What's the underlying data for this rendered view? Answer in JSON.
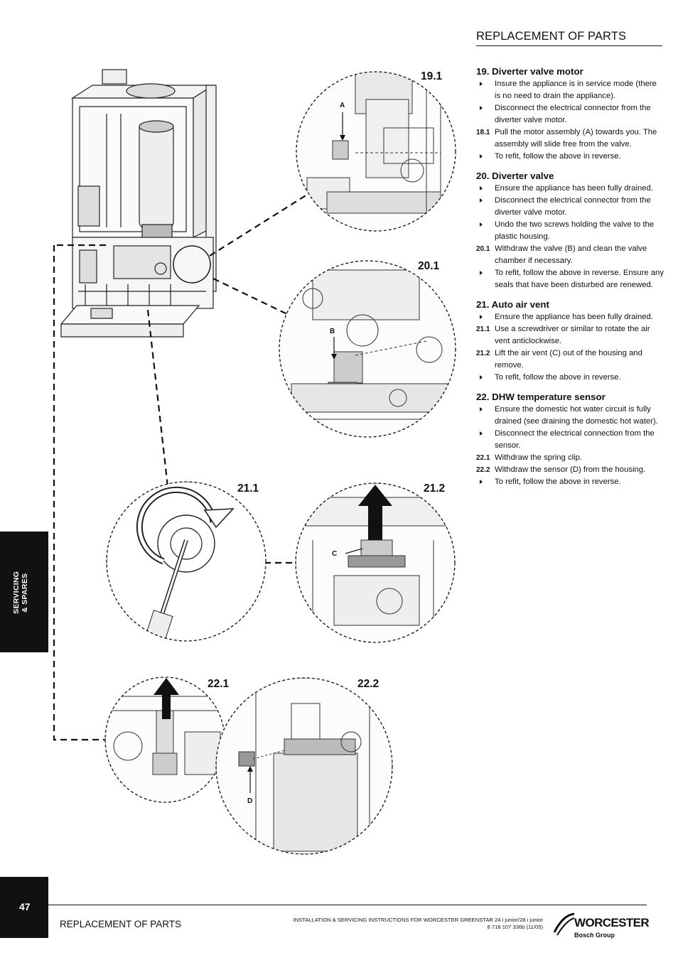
{
  "header": {
    "title": "REPLACEMENT OF PARTS"
  },
  "sections": [
    {
      "title": "19. Diverter valve motor",
      "items": [
        {
          "marker": "",
          "text": "Insure the appliance is in service mode (there is no need to drain the appliance)."
        },
        {
          "marker": "",
          "text": "Disconnect the electrical connector from the diverter valve motor."
        },
        {
          "marker": "18.1",
          "text": "Pull the motor assembly (A) towards you. The assembly will slide free from the valve."
        },
        {
          "marker": "",
          "text": "To refit, follow the above in reverse."
        }
      ]
    },
    {
      "title": "20. Diverter valve",
      "items": [
        {
          "marker": "",
          "text": "Ensure the appliance has been fully drained."
        },
        {
          "marker": "",
          "text": "Disconnect the electrical connector from the diverter valve motor."
        },
        {
          "marker": "",
          "text": "Undo the two screws holding the valve to the plastic housing."
        },
        {
          "marker": "20.1",
          "text": "Withdraw the valve (B) and clean the valve chamber if necessary."
        },
        {
          "marker": "",
          "text": "To refit, follow the above in reverse. Ensure any seals that have been disturbed are renewed."
        }
      ]
    },
    {
      "title": "21. Auto air vent",
      "items": [
        {
          "marker": "",
          "text": "Ensure the appliance has been fully drained."
        },
        {
          "marker": "21.1",
          "text": "Use a screwdriver or similar to rotate the air vent anticlockwise."
        },
        {
          "marker": "21.2",
          "text": "Lift the air vent (C) out of the housing and remove."
        },
        {
          "marker": "",
          "text": "To refit, follow the above in reverse."
        }
      ]
    },
    {
      "title": "22. DHW temperature sensor",
      "items": [
        {
          "marker": "",
          "text": "Ensure the domestic hot water circuit is fully drained (see draining the domestic hot water)."
        },
        {
          "marker": "",
          "text": "Disconnect the electrical connection from the sensor."
        },
        {
          "marker": "22.1",
          "text": "Withdraw the spring clip."
        },
        {
          "marker": "22.2",
          "text": "Withdraw the sensor (D) from the housing."
        },
        {
          "marker": "",
          "text": "To refit, follow the above in reverse."
        }
      ]
    }
  ],
  "figures": {
    "f191": "19.1",
    "f201": "20.1",
    "f211": "21.1",
    "f212": "21.2",
    "f221": "22.1",
    "f222": "22.2",
    "callout_a": "A",
    "callout_b": "B",
    "callout_c": "C",
    "callout_d": "D"
  },
  "side_tab": {
    "line1": "SERVICING",
    "line2": "& SPARES"
  },
  "footer": {
    "page_number": "47",
    "title": "REPLACEMENT OF PARTS",
    "doc_line1": "INSTALLATION & SERVICING INSTRUCTIONS FOR WORCESTER GREENSTAR 24 i junior/28 i junior",
    "doc_line2": "8 716 107 336b (11/05)",
    "brand": "WORCESTER",
    "brand_sub": "Bosch Group"
  }
}
